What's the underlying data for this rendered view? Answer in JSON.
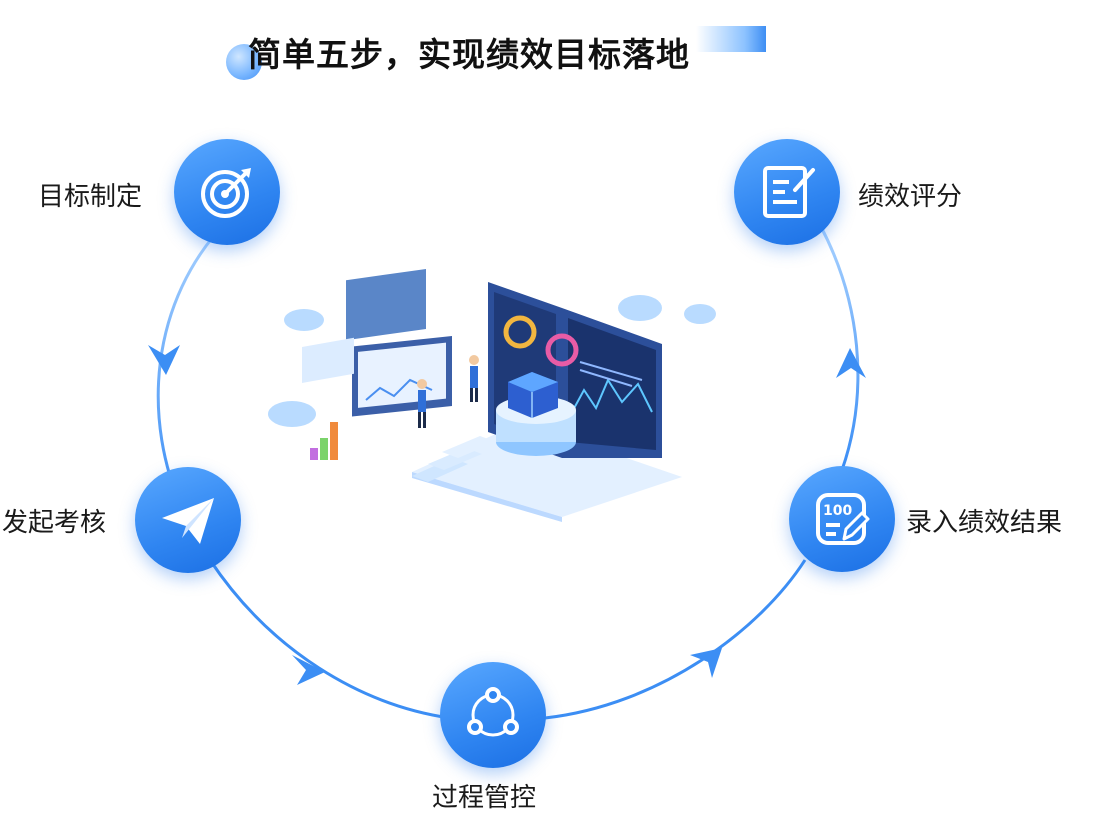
{
  "title": "简单五步，实现绩效目标落地",
  "steps": [
    {
      "label": "目标制定",
      "icon": "target-icon"
    },
    {
      "label": "绩效评分",
      "icon": "document-edit-icon"
    },
    {
      "label": "录入绩效结果",
      "icon": "score-entry-icon"
    },
    {
      "label": "过程管控",
      "icon": "share-nodes-icon"
    },
    {
      "label": "发起考核",
      "icon": "paper-plane-icon"
    }
  ],
  "colors": {
    "accent": "#2f85f1",
    "ring": "#8ec3ff"
  }
}
